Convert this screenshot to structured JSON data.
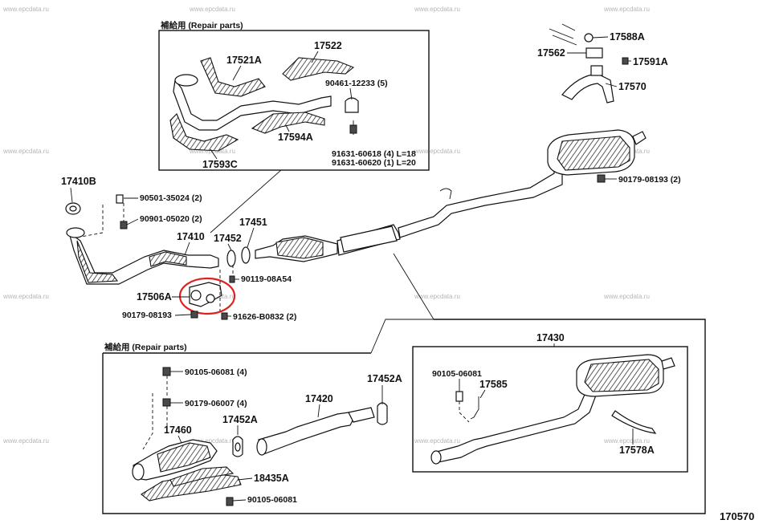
{
  "diagram_id": "170570",
  "watermark": "www.epcdata.ru",
  "highlight_color": "#e02020",
  "boxes": {
    "top_left": {
      "title": "補給用 (Repair parts)"
    },
    "bottom_left": {
      "title": "補給用 (Repair parts)"
    },
    "bottom_right": {
      "title": ""
    }
  },
  "labels": {
    "p17522": "17522",
    "p17521A": "17521A",
    "p90461_12233": "90461-12233 (5)",
    "p17594A": "17594A",
    "p91631_60618": "91631-60618 (4) L=18",
    "p91631_60620": "91631-60620 (1) L=20",
    "p17593C": "17593C",
    "p17588A": "17588A",
    "p17562": "17562",
    "p17591A": "17591A",
    "p17570": "17570",
    "p90179_08193_r": "90179-08193 (2)",
    "p17410B": "17410B",
    "p90501_35024": "90501-35024 (2)",
    "p90901_05020": "90901-05020 (2)",
    "p17451": "17451",
    "p17410": "17410",
    "p17452": "17452",
    "p90119_08A54": "90119-08A54",
    "p17506A": "17506A",
    "p90179_08193": "90179-08193",
    "p91626_B0832": "91626-B0832 (2)",
    "p90105_06081_a": "90105-06081 (4)",
    "p90179_06007": "90179-06007 (4)",
    "p17452A_a": "17452A",
    "p17420": "17420",
    "p17460": "17460",
    "p17452A_b": "17452A",
    "p18435A": "18435A",
    "p90105_06081_b": "90105-06081",
    "p17430": "17430",
    "p90105_06081_c": "90105-06081",
    "p17585": "17585",
    "p17578A": "17578A"
  }
}
